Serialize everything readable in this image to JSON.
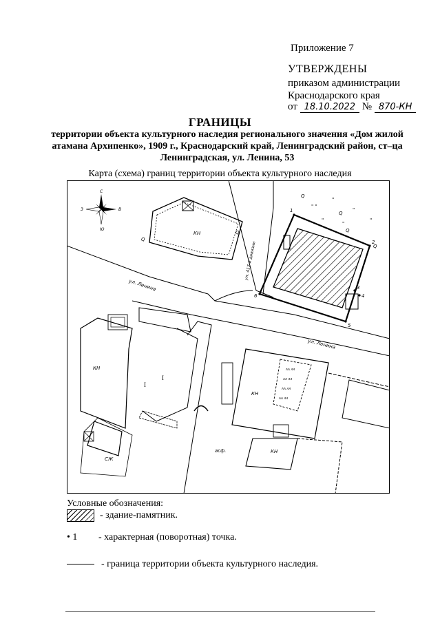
{
  "header": {
    "appendix": "Приложение 7",
    "approved": "УТВЕРЖДЕНЫ",
    "line2": "приказом администрации",
    "line3": "Краснодарского края",
    "from_prefix": "от",
    "date": "18.10.2022",
    "number_prefix": "№",
    "number": "870-КН"
  },
  "document": {
    "title": "ГРАНИЦЫ",
    "subtitle": "территории объекта культурного наследия регионального значения «Дом жилой атамана Архипенко», 1909 г., Краснодарский край, Ленинградский район, ст–ца Ленинградская, ул. Ленина, 53",
    "map_caption": "Карта (схема) границ территории объекта культурного наследия"
  },
  "map": {
    "compass": {
      "north": "С",
      "south": "Ю",
      "west": "З",
      "east": "В"
    },
    "street_lenina": "ул. Ленина",
    "street_17": "ул. 417-й дивизии",
    "building_code": "КН",
    "building_sj": "СЖ",
    "asphalt": "асф.",
    "roman_one": "I",
    "points": [
      "1",
      "2",
      "3",
      "4",
      "5",
      "6"
    ]
  },
  "legend": {
    "title": "Условные обозначения:",
    "hatch_label": "- здание-памятник.",
    "point_symbol": "1",
    "point_label": "- характерная (поворотная) точка.",
    "line_label": "- граница территории объекта культурного наследия."
  }
}
